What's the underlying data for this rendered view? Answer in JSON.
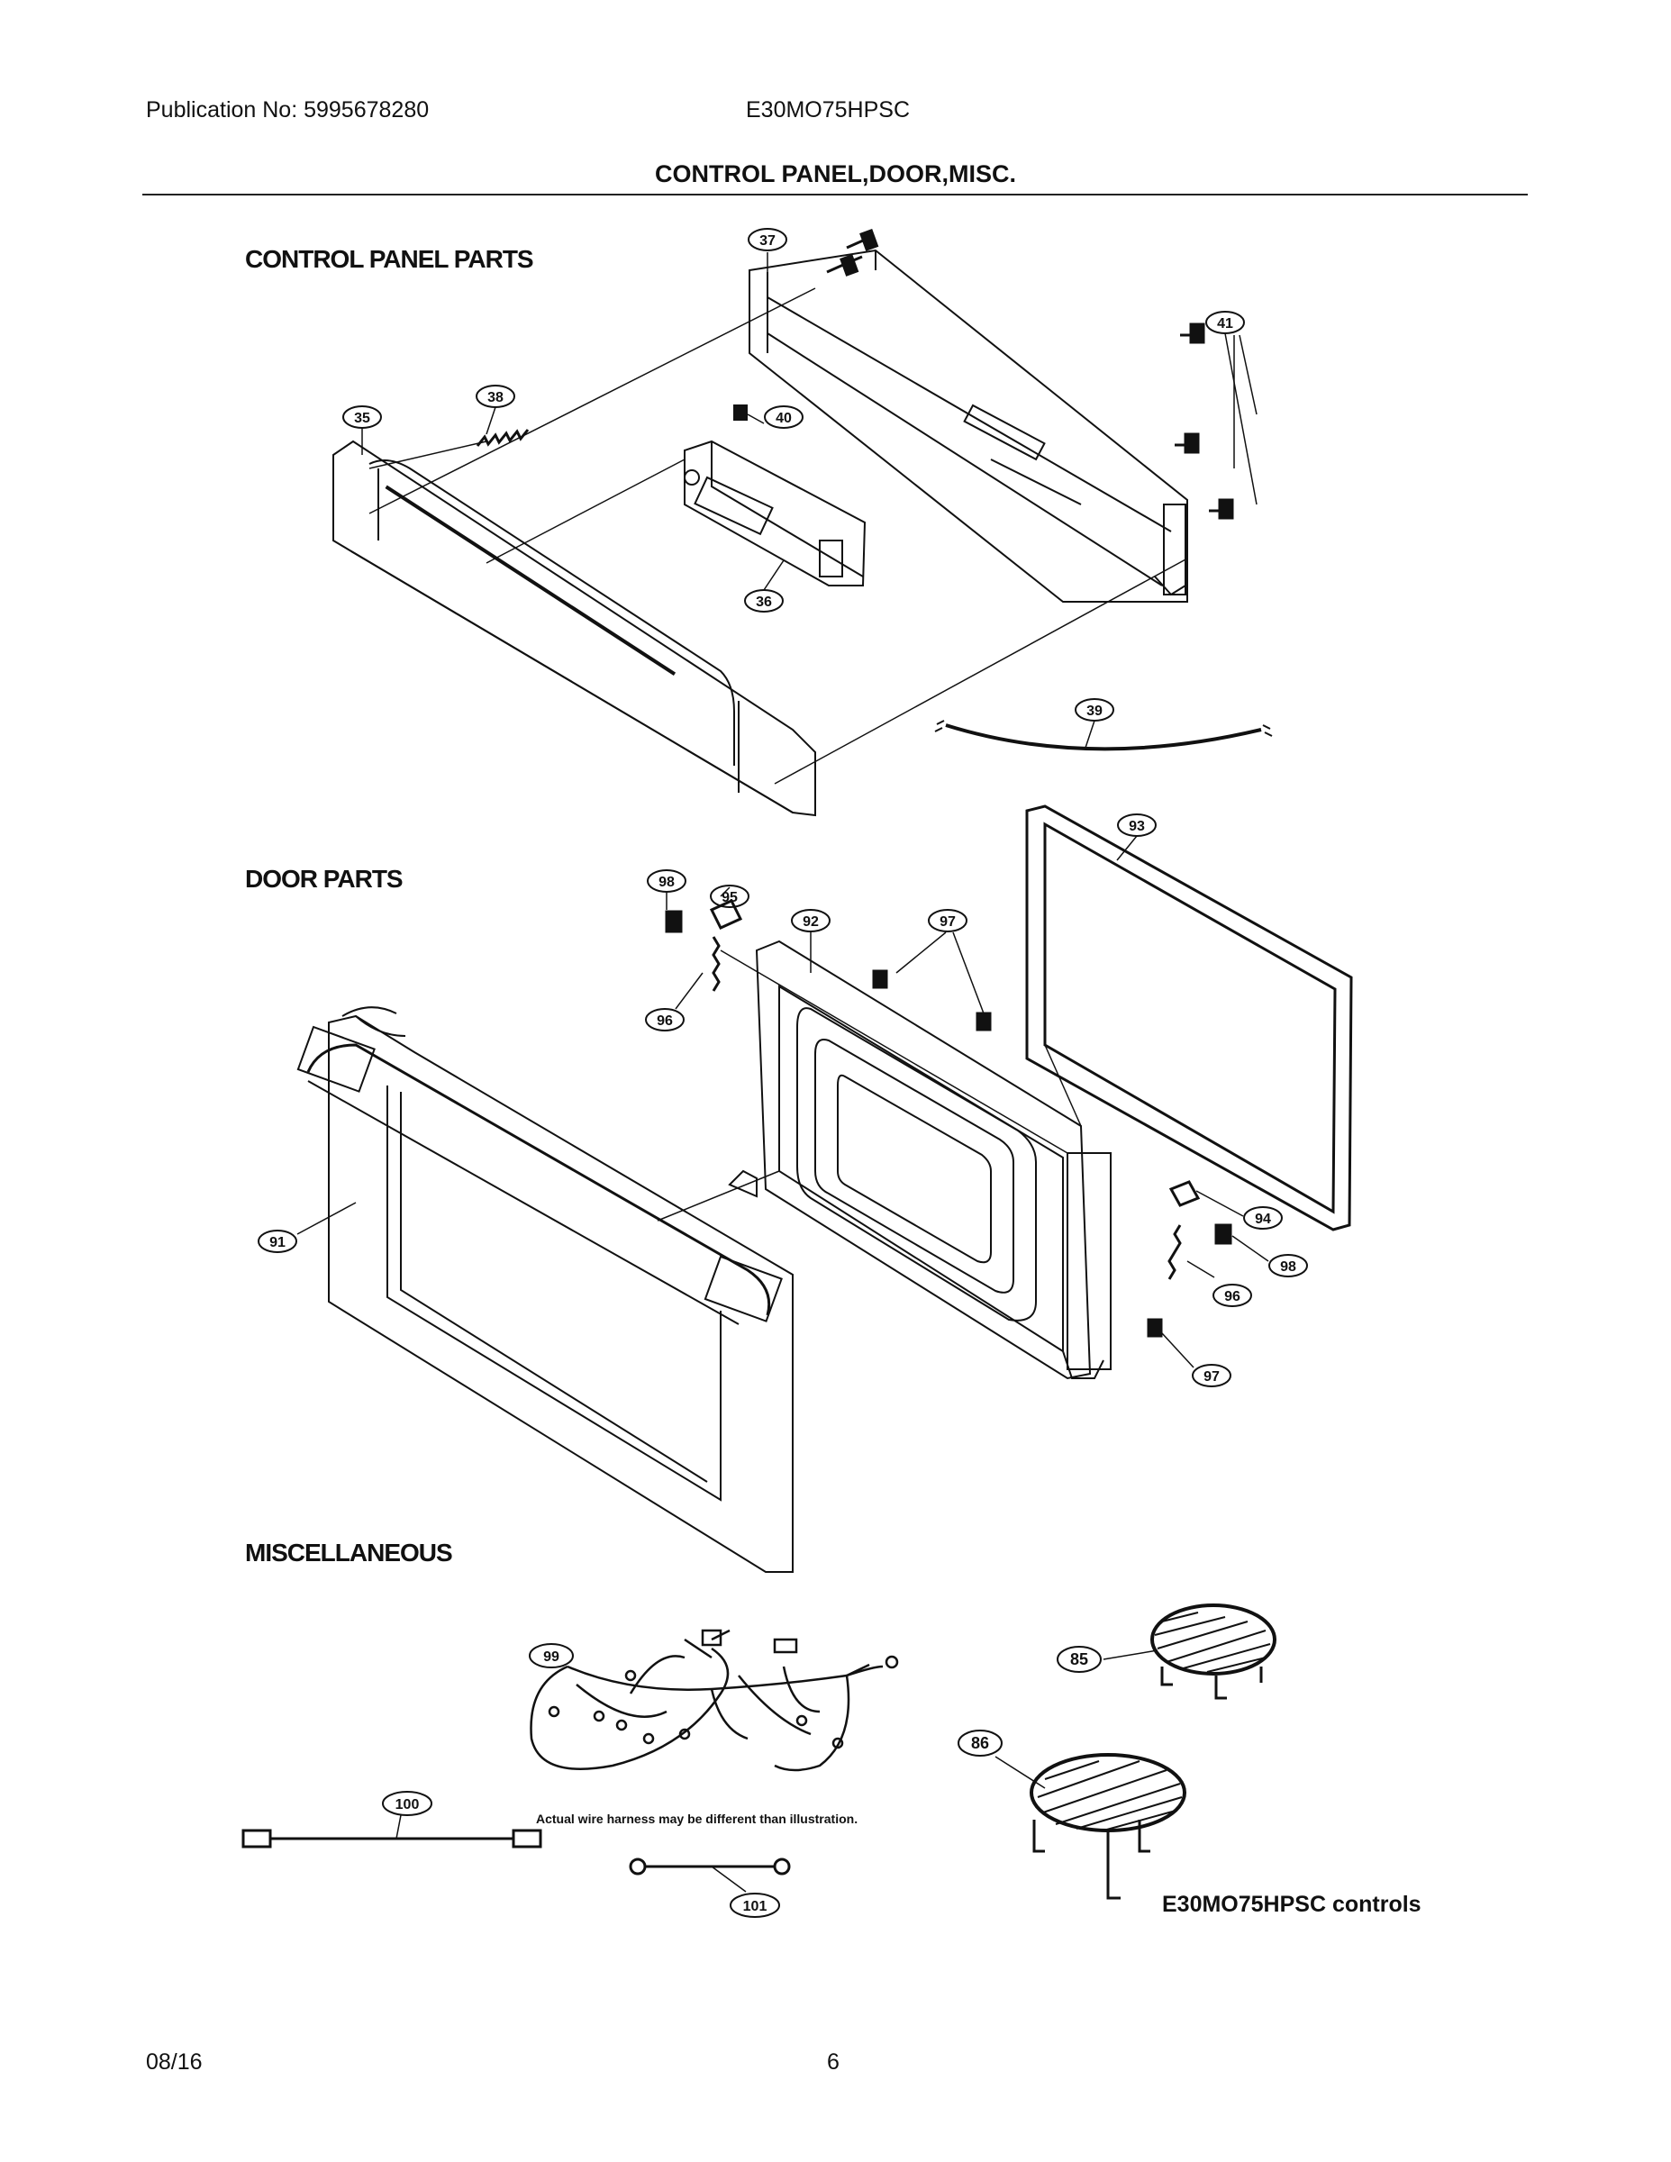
{
  "header": {
    "publication": "Publication No: 5995678280",
    "model": "E30MO75HPSC",
    "title": "CONTROL PANEL,DOOR,MISC."
  },
  "sections": {
    "control_panel": "CONTROL PANEL PARTS",
    "door": "DOOR PARTS",
    "misc": "MISCELLANEOUS"
  },
  "callouts": {
    "c35": "35",
    "c36": "36",
    "c37": "37",
    "c38": "38",
    "c39": "39",
    "c40": "40",
    "c41": "41",
    "c91": "91",
    "c92": "92",
    "c93": "93",
    "c94": "94",
    "c95": "95",
    "c96a": "96",
    "c96b": "96",
    "c97a": "97",
    "c97b": "97",
    "c98a": "98",
    "c98b": "98",
    "c85": "85",
    "c86": "86",
    "c99": "99",
    "c100": "100",
    "c101": "101"
  },
  "notes": {
    "harness": "Actual wire harness may be different than illustration.",
    "controls": "E30MO75HPSC controls"
  },
  "footer": {
    "date": "08/16",
    "page": "6"
  }
}
